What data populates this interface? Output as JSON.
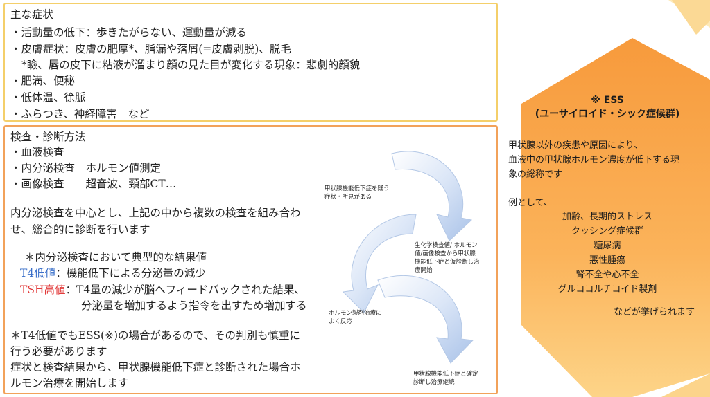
{
  "symptoms": {
    "heading": "主な症状",
    "lines": [
      "・活動量の低下：歩きたがらない、運動量が減る",
      "・皮膚症状：皮膚の肥厚*、脂漏や落屑(=皮膚剥脱)、脱毛",
      "*瞼、唇の皮下に粘液が溜まり顔の見た目が変化する現象：悲劇的顔貌",
      "・肥満、便秘",
      "・低体温、徐脈",
      "・ふらつき、神経障害　など"
    ]
  },
  "diagnosis": {
    "heading": "検査・診断方法",
    "tests": [
      "・血液検査",
      "・内分泌検査　ホルモン値測定",
      "・画像検査　　超音波、頸部CT…"
    ],
    "summary": [
      "内分泌検査を中心とし、上記の中から複数の検査を組み合わ",
      "せ、総合的に診断を行います"
    ],
    "typical_heading": "＊内分泌検査において典型的な結果値",
    "t4_label": "T4低値",
    "t4_text": "：機能低下による分泌量の減少",
    "tsh_label": "TSH高値",
    "tsh_text": "：T4量の減少が脳へフィードバックされた結果、",
    "tsh_text2": "分泌量を増加するよう指令を出すため増加する",
    "note": [
      "＊T4低値でもESS(※)の場合があるので、その判別も慎重に",
      "行う必要があります",
      "症状と検査結果から、甲状腺機能低下症と診断された場合ホ",
      "ルモン治療を開始します"
    ]
  },
  "flow": {
    "step1": [
      "甲状腺機能低下症を疑う",
      "症状・所見がある"
    ],
    "step2": [
      "生化学検査値/ ホルモン",
      "値/画像検査から甲状腺",
      "機能低下症と仮診断し治",
      "療開始"
    ],
    "step3": [
      "ホルモン製剤治療に",
      "よく反応"
    ],
    "step4": [
      "甲状腺機能低下症と確定",
      "診断し治療継続"
    ]
  },
  "ess": {
    "title1": "※ ESS",
    "title2": "(ユーサイロイド・シック症候群)",
    "desc": [
      "甲状腺以外の疾患や原因により、",
      "血液中の甲状腺ホルモン濃度が低下する現",
      "象の総称です"
    ],
    "example_intro": "例として、",
    "examples": [
      "加齢、長期的ストレス",
      "クッシング症候群",
      "糖尿病",
      "悪性腫瘍",
      "腎不全や心不全",
      "グルココルチコイド製剤"
    ],
    "closing": "などが挙げられます"
  },
  "colors": {
    "orange": "#f7a145",
    "light_orange": "#fde2a8",
    "blue": "#3a6fc9",
    "red": "#e23c3c"
  }
}
